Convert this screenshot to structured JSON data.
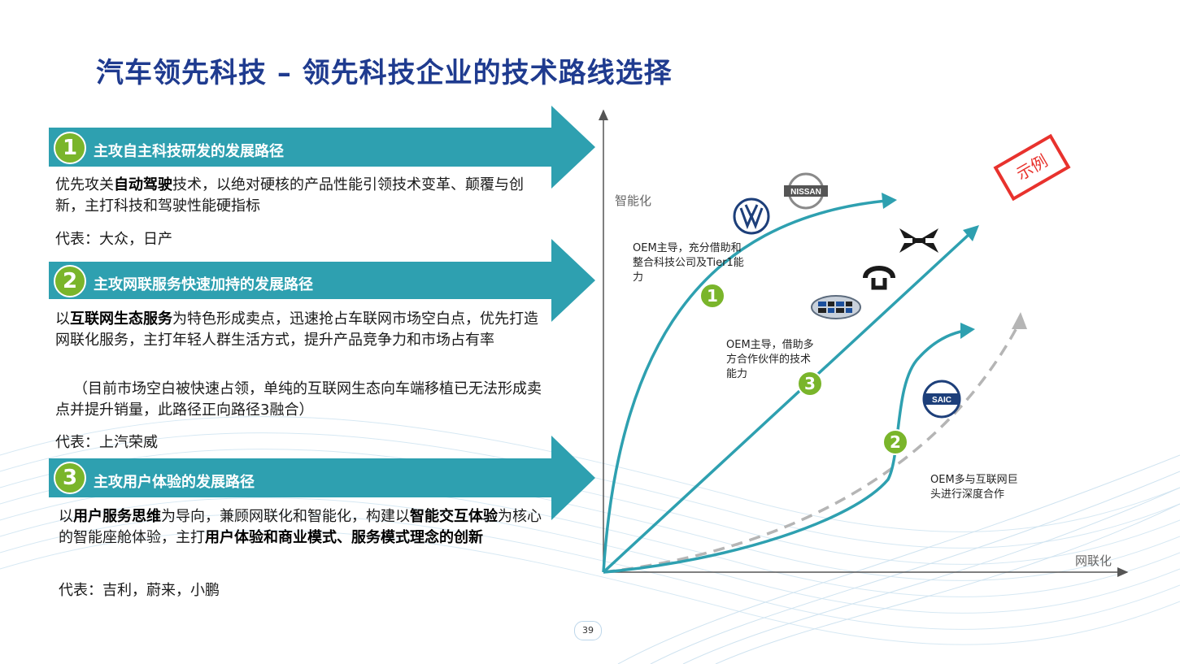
{
  "title": "汽车领先科技 – 领先科技企业的技术路线选择",
  "routes": [
    {
      "number": "1",
      "label": "主攻自主科技研发的发展路径",
      "desc_parts": [
        {
          "t": "优先攻关"
        },
        {
          "b": "自动驾驶"
        },
        {
          "t": "技术，以绝对硬核的产品性能引领技术变革、颠覆与创新，主打科技和驾驶性能硬指标"
        }
      ],
      "representatives": "代表：大众，日产"
    },
    {
      "number": "2",
      "label": "主攻网联服务快速加持的发展路径",
      "desc_parts": [
        {
          "t": "以"
        },
        {
          "b": "互联网生态服务"
        },
        {
          "t": "为特色形成卖点，迅速抢占车联网市场空白点，优先打造网联化服务，主打年轻人群生活方式，提升产品竞争力和市场占有率"
        }
      ],
      "note": "（目前市场空白被快速占领，单纯的互联网生态向车端移植已无法形成卖点并提升销量，此路径正向路径3融合）",
      "representatives": "代表：上汽荣威"
    },
    {
      "number": "3",
      "label": "主攻用户体验的发展路径",
      "desc_parts": [
        {
          "t": "以"
        },
        {
          "b": "用户服务思维"
        },
        {
          "t": "为导向，兼顾网联化和智能化，构建以"
        },
        {
          "b": "智能交互体验"
        },
        {
          "t": "为核心的智能座舱体验，主打"
        },
        {
          "b": "用户体验和商业模式、服务模式理念的创新"
        }
      ],
      "representatives": "代表：吉利，蔚来，小鹏"
    }
  ],
  "diagram": {
    "y_axis_label": "智能化",
    "x_axis_label": "网联化",
    "stamp": "示例",
    "path1_text": "OEM主导，充分借助和整合科技公司及Tier1能力",
    "path3_text": "OEM主导，借助多方合作伙伴的技术能力",
    "path2_text": "OEM多与互联网巨头进行深度合作",
    "path_badges": [
      "1",
      "3",
      "2"
    ],
    "logos": {
      "nissan": "NISSAN",
      "saic": "SAIC"
    },
    "colors": {
      "teal": "#2ea0b0",
      "green": "#7ab52b",
      "dashed": "#b5b5b5",
      "title": "#1f3b8f",
      "stamp": "#e8322d"
    }
  },
  "page_number": "39"
}
